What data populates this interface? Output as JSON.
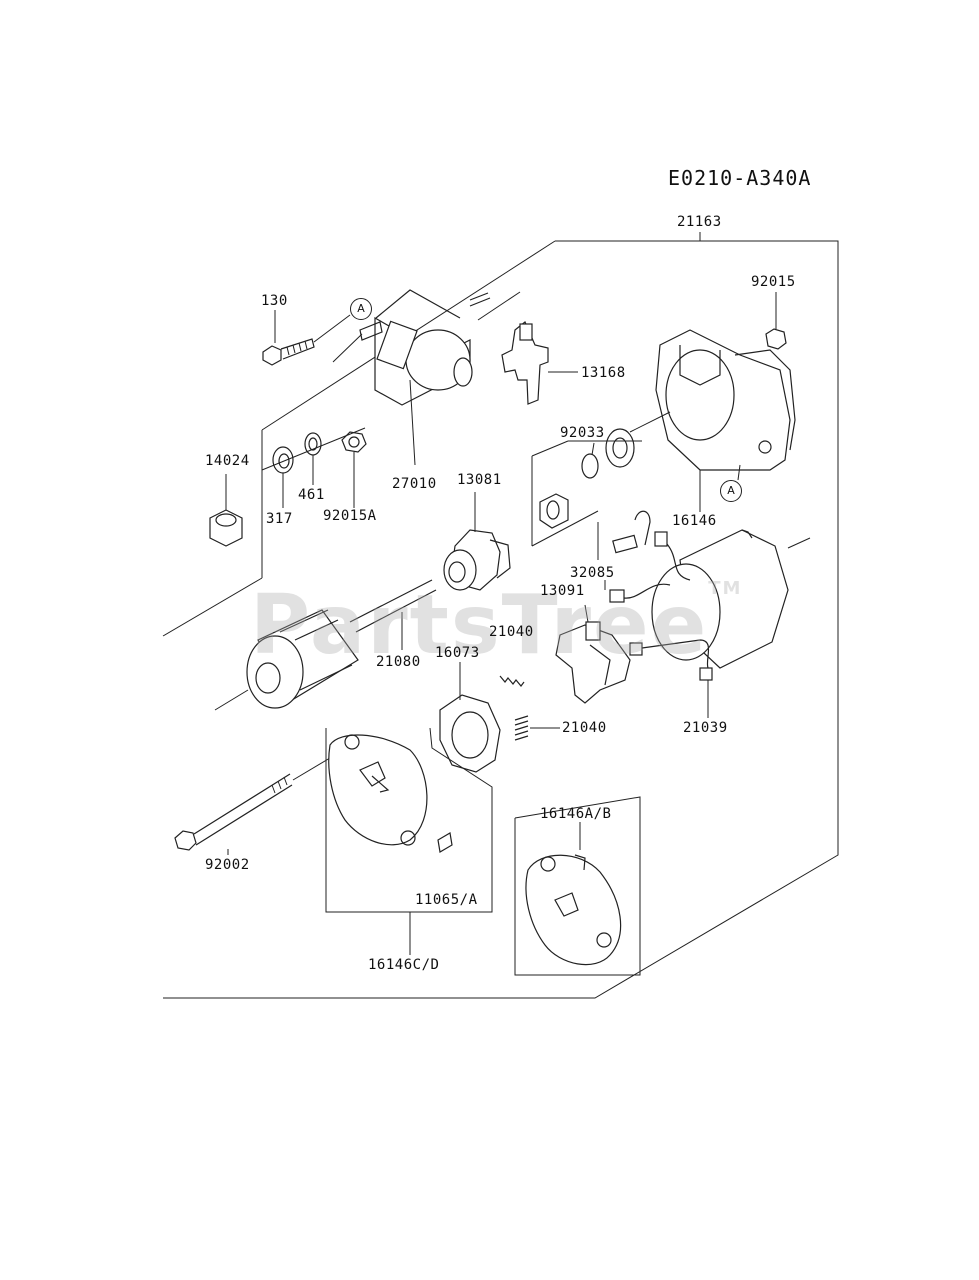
{
  "diagram_code": "E0210-A340A",
  "watermark": {
    "text": "PartsTree",
    "tm": "TM"
  },
  "reference_marks": [
    "A",
    "A"
  ],
  "callouts": {
    "p21163": "21163",
    "p92015": "92015",
    "p130": "130",
    "p13168": "13168",
    "p14024": "14024",
    "p92033": "92033",
    "p461": "461",
    "p317": "317",
    "p92015A": "92015A",
    "p27010": "27010",
    "p13081": "13081",
    "p16146": "16146",
    "p32085": "32085",
    "p13091": "13091",
    "p21040a": "21040",
    "p21080": "21080",
    "p16073": "16073",
    "p21040b": "21040",
    "p21039": "21039",
    "p16146AB": "16146A/B",
    "p92002": "92002",
    "p11065A": "11065/A",
    "p16146CD": "16146C/D"
  }
}
